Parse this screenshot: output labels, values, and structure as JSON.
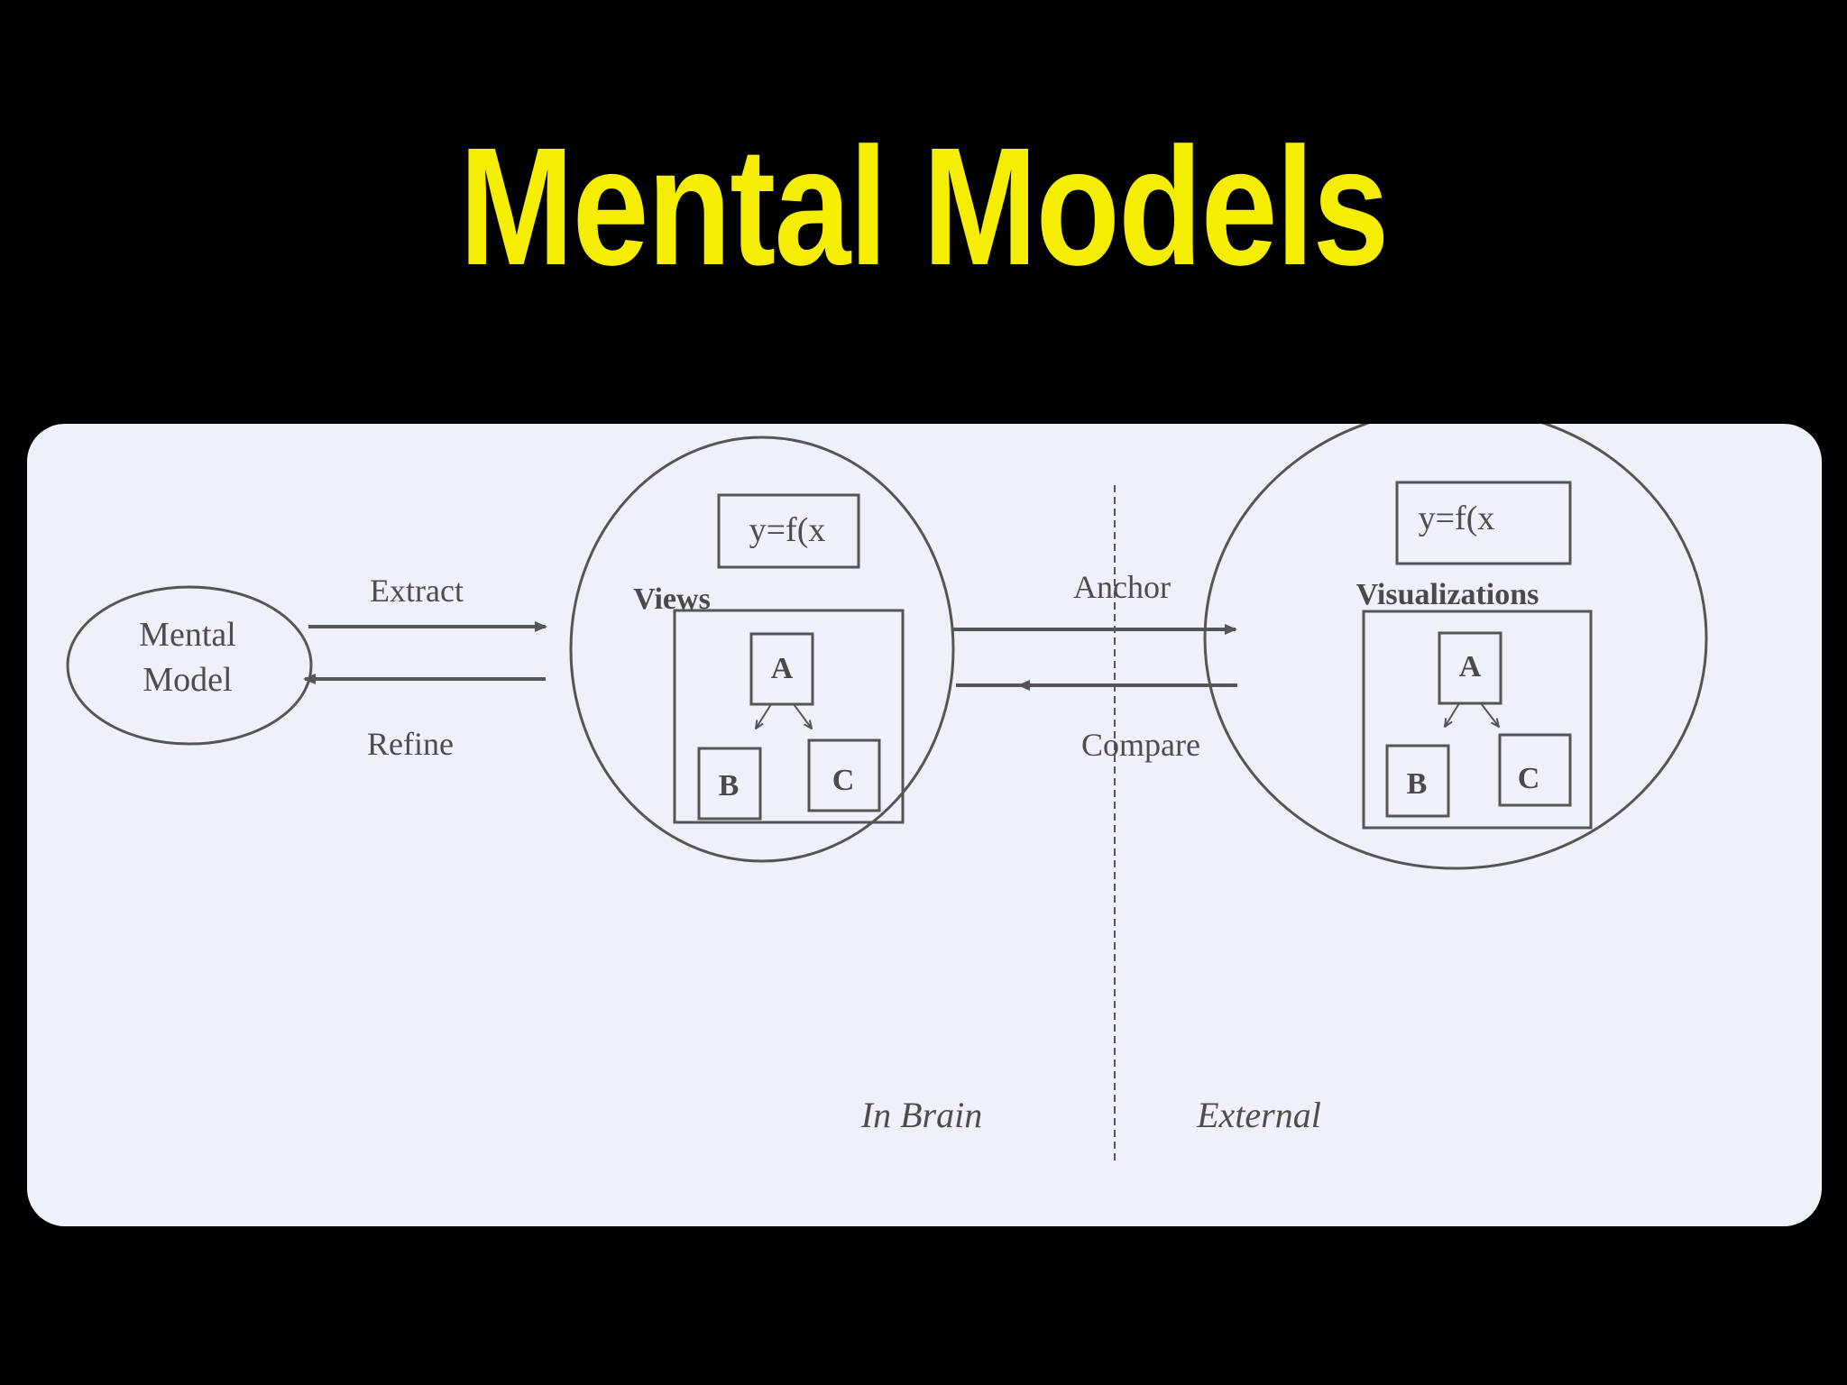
{
  "slide": {
    "title": "Mental Models",
    "title_color": "#f5ee00",
    "background": "#000000"
  },
  "diagram": {
    "panel_color": "#eef1f9",
    "stroke_color": "#555555",
    "mental_model": {
      "line1": "Mental",
      "line2": "Model"
    },
    "extract_label": "Extract",
    "refine_label": "Refine",
    "views": {
      "formula": "y=f(x",
      "title": "Views",
      "node_a": "A",
      "node_b": "B",
      "node_c": "C"
    },
    "anchor_label": "Anchor",
    "compare_label": "Compare",
    "visualizations": {
      "formula": "y=f(x",
      "title": "Visualizations",
      "node_a": "A",
      "node_b": "B",
      "node_c": "C"
    },
    "in_brain_label": "In Brain",
    "external_label": "External"
  }
}
